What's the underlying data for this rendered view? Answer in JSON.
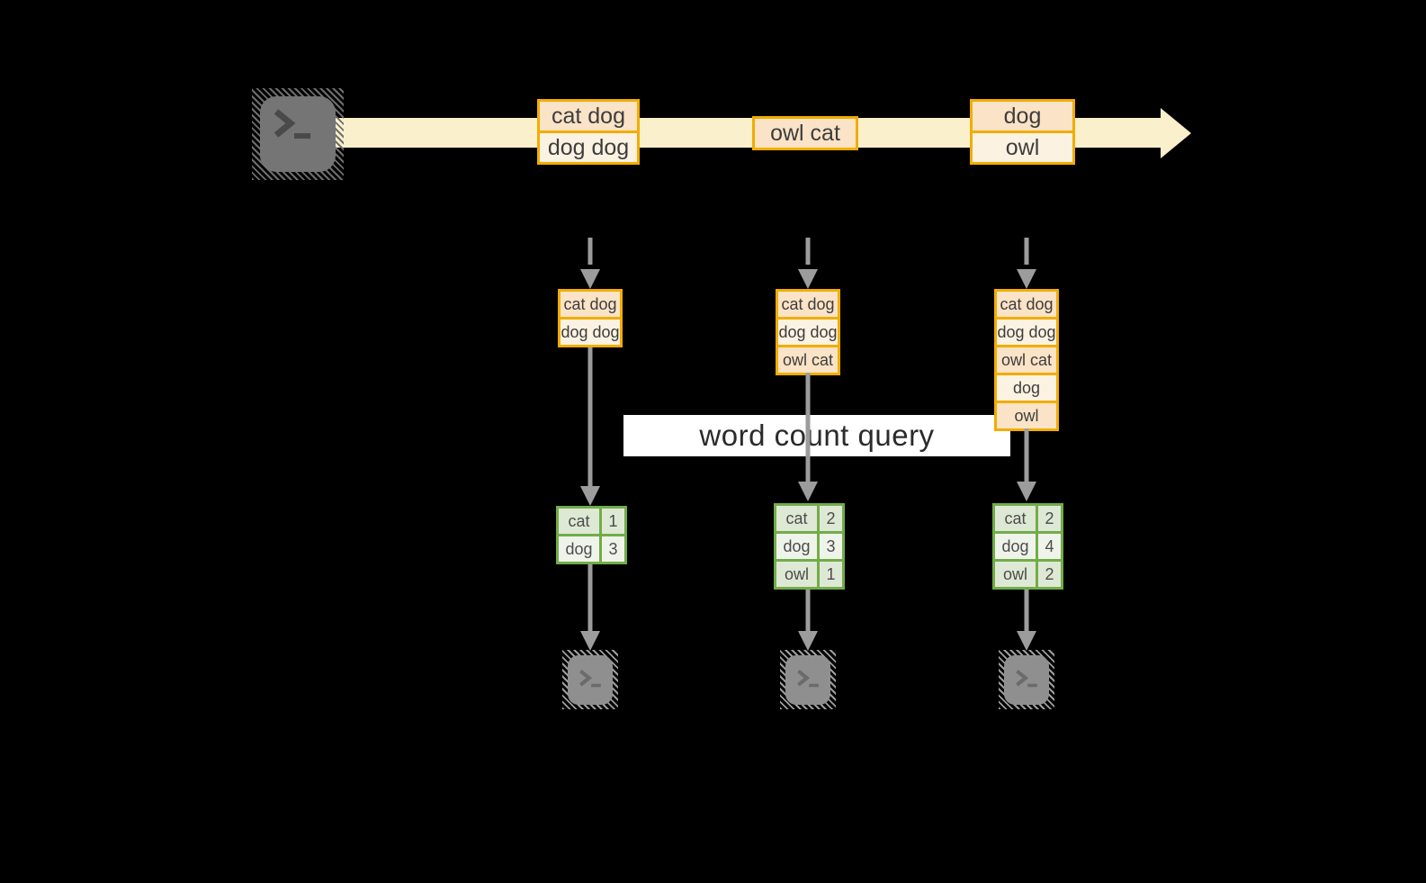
{
  "banner": {
    "label": "word count query"
  },
  "icons": {
    "terminal_prompt": ">_"
  },
  "colors": {
    "stream_band": "#FAF0CB",
    "event_border": "#F1AD00",
    "event_fill_peach": "#FAE3C6",
    "event_fill_cream": "#FCF2E2",
    "table_border": "#72AC48",
    "table_fill_green": "#DEE9D5",
    "table_fill_light": "#EFF4EB",
    "arrow_gray": "#9C9C9C"
  },
  "stream": {
    "events": [
      {
        "rows": [
          "cat dog",
          "dog dog"
        ]
      },
      {
        "rows": [
          "owl cat"
        ]
      },
      {
        "rows": [
          "dog",
          "owl"
        ]
      }
    ]
  },
  "columns": [
    {
      "buffer": [
        "cat dog",
        "dog dog"
      ],
      "counts": [
        {
          "word": "cat",
          "count": "1"
        },
        {
          "word": "dog",
          "count": "3"
        }
      ]
    },
    {
      "buffer": [
        "cat dog",
        "dog dog",
        "owl cat"
      ],
      "counts": [
        {
          "word": "cat",
          "count": "2"
        },
        {
          "word": "dog",
          "count": "3"
        },
        {
          "word": "owl",
          "count": "1"
        }
      ]
    },
    {
      "buffer": [
        "cat dog",
        "dog dog",
        "owl cat",
        "dog",
        "owl"
      ],
      "counts": [
        {
          "word": "cat",
          "count": "2"
        },
        {
          "word": "dog",
          "count": "4"
        },
        {
          "word": "owl",
          "count": "2"
        }
      ]
    }
  ]
}
